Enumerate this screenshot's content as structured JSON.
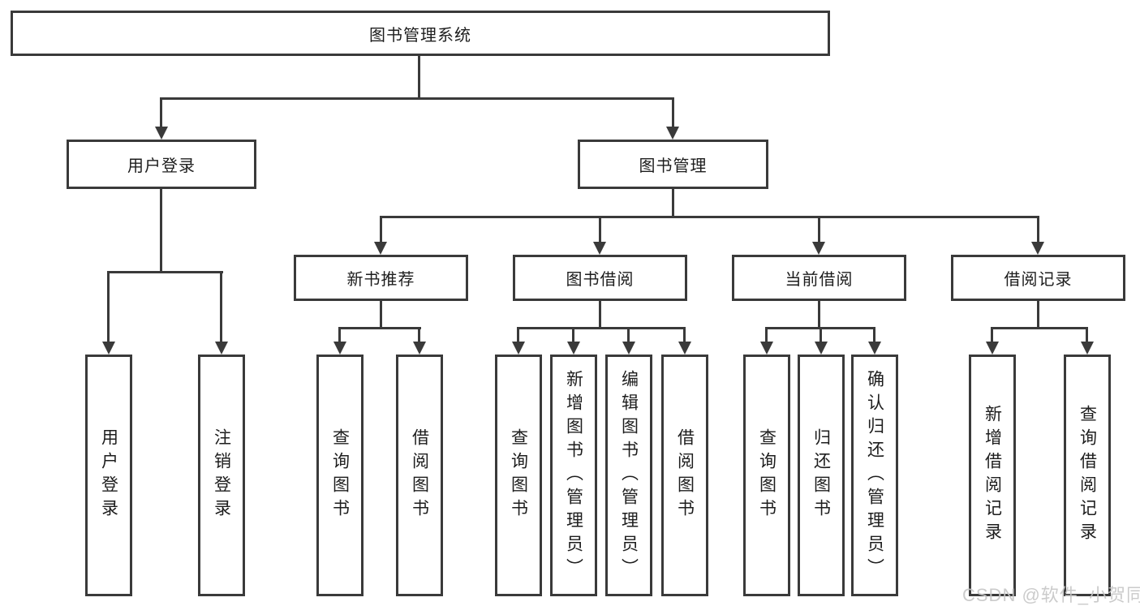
{
  "tree": {
    "label": "图书管理系统",
    "children": [
      {
        "label": "用户登录",
        "children": [
          {
            "label": "用户登录"
          },
          {
            "label": "注销登录"
          }
        ]
      },
      {
        "label": "图书管理",
        "children": [
          {
            "label": "新书推荐",
            "children": [
              {
                "label": "查询图书"
              },
              {
                "label": "借阅图书"
              }
            ]
          },
          {
            "label": "图书借阅",
            "children": [
              {
                "label": "查询图书"
              },
              {
                "label": "新增图书（管理员）"
              },
              {
                "label": "编辑图书（管理员）"
              },
              {
                "label": "借阅图书"
              }
            ]
          },
          {
            "label": "当前借阅",
            "children": [
              {
                "label": "查询图书"
              },
              {
                "label": "归还图书"
              },
              {
                "label": "确认归还（管理员）"
              }
            ]
          },
          {
            "label": "借阅记录",
            "children": [
              {
                "label": "新增借阅记录"
              },
              {
                "label": "查询借阅记录"
              }
            ]
          }
        ]
      }
    ]
  },
  "watermark": {
    "text": "CSDN @软件_小贺同学"
  },
  "colors": {
    "line": "#3a3a3a",
    "text": "#1d1d1d",
    "watermark": "#c6c6c6",
    "background": "#ffffff"
  }
}
